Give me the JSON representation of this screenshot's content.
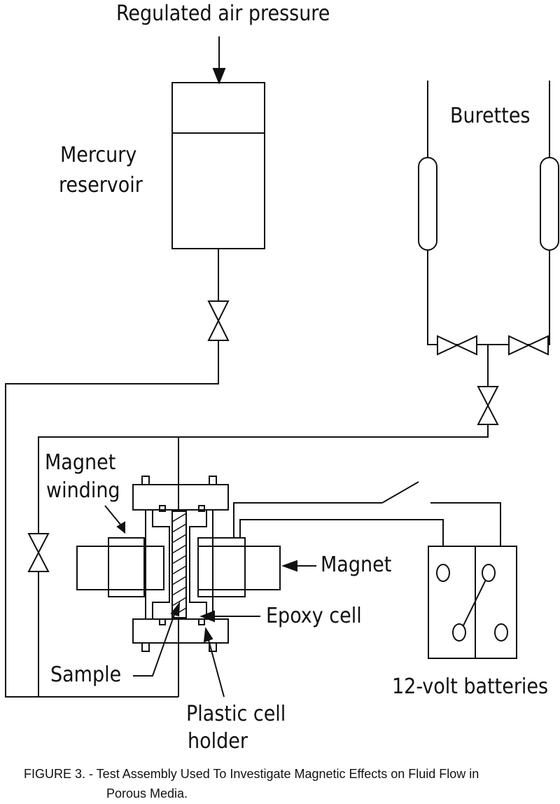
{
  "labels": {
    "regulated_air_pressure": "Regulated air pressure",
    "mercury_reservoir_line1": "Mercury",
    "mercury_reservoir_line2": "reservoir",
    "burettes": "Burettes",
    "magnet_winding_line1": "Magnet",
    "magnet_winding_line2": "winding",
    "magnet": "Magnet",
    "epoxy_cell": "Epoxy cell",
    "sample": "Sample",
    "plastic_cell_holder_line1": "Plastic cell",
    "plastic_cell_holder_line2": "holder",
    "batteries": "12-volt batteries"
  },
  "caption": {
    "line1": "FIGURE 3. - Test Assembly Used To Investigate Magnetic Effects on Fluid Flow in",
    "line2": "Porous Media."
  }
}
